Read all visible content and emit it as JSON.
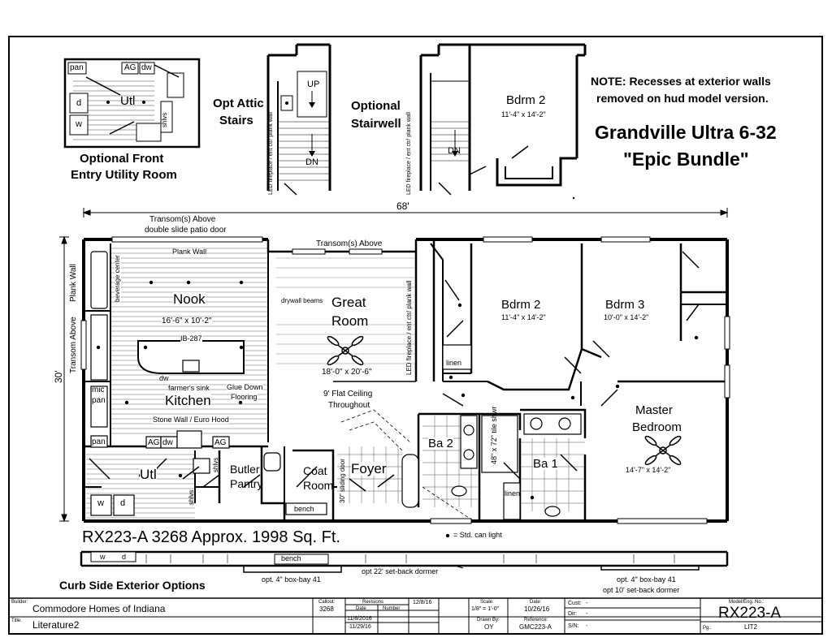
{
  "top": {
    "utility_inset_caption_line1": "Optional  Front",
    "utility_inset_caption_line2": "Entry Utility Room",
    "attic_stairs_line1": "Opt Attic",
    "attic_stairs_line2": "Stairs",
    "stairwell_line1": "Optional",
    "stairwell_line2": "Stairwell",
    "note_line1": "NOTE: Recesses at exterior walls",
    "note_line2": "removed on hud model version.",
    "model_name": "Grandville Ultra 6-32",
    "bundle_name": "\"Epic Bundle\"",
    "up": "UP",
    "dn": "DN",
    "led_wall": "LED fireplace / ent ctr/ plank wall",
    "inset_bdrm2": "Bdrm 2",
    "inset_bdrm2_size": "11'-4\" x 14'-2\"",
    "inset_pan": "pan",
    "inset_ag": "AG",
    "inset_dw": "dw",
    "inset_utl": "Utl",
    "inset_d": "d",
    "inset_w": "w",
    "inset_shlvs": "shlvs"
  },
  "plan": {
    "overall_width": "68'",
    "overall_depth": "30'",
    "transom_patio_line1": "Transom(s) Above",
    "transom_patio_line2": "double slide patio door",
    "transom_above": "Transom(s) Above",
    "transom_above_side": "Transom Above",
    "plank_wall": "Plank Wall",
    "plank_wall_side": "Plank Wall",
    "beverage_center": "beverage center",
    "nook": "Nook",
    "nook_size": "16'-6\" x 10'-2\"",
    "ib": "IB-287",
    "dw": "dw",
    "kitchen": "Kitchen",
    "farmers_sink": "farmer's sink",
    "glue_down_line1": "Glue Down",
    "glue_down_line2": "Flooring",
    "stone_wall": "Stone Wall / Euro Hood",
    "mic": "mic",
    "pan": "pan",
    "ag": "AG",
    "utl": "Utl",
    "w": "w",
    "d": "d",
    "shlvs": "shlvs",
    "butler_line1": "Butler",
    "butler_line2": "Pantry",
    "drywall_beams": "drywall beams",
    "great_line1": "Great",
    "great_line2": "Room",
    "great_size": "18'-0\" x 20'-6\"",
    "flat_ceiling_line1": "9' Flat Ceiling",
    "flat_ceiling_line2": "Throughout",
    "led_wall": "LED fireplace / ent ctr/ plank wall",
    "coat_line1": "Coat",
    "coat_line2": "Room",
    "bench": "bench",
    "sliding_door": "30\" sliding door",
    "foyer": "Foyer",
    "ba2": "Ba 2",
    "tile_shwr": "48\" x 72\" tile shwr",
    "ba1": "Ba 1",
    "linen": "linen",
    "bdrm2": "Bdrm 2",
    "bdrm2_size": "11'-4\" x 14'-2\"",
    "bdrm3": "Bdrm 3",
    "bdrm3_size": "10'-0\" x 14'-2\"",
    "master_line1": "Master",
    "master_line2": "Bedroom",
    "master_size": "14'-7\" x 14'-2\"",
    "model_line": "RX223-A 3268  Approx. 1998 Sq. Ft.",
    "legend": "= Std. can light"
  },
  "exterior": {
    "title": "Curb Side Exterior Options",
    "boxbay_left": "opt. 4\" box-bay 41",
    "dormer": "opt 22' set-back dormer",
    "boxbay_right": "opt. 4\" box-bay 41",
    "dormer_right": "opt 10' set-back dormer",
    "bench": "bench",
    "w": "w",
    "d": "d"
  },
  "title_block": {
    "builder_label": "Builder:",
    "builder": "Commodore Homes of Indiana",
    "title_label": "Title:",
    "title": "Literature2",
    "callout_label": "Callout:",
    "callout": "3268",
    "revisions_label": "Revisions",
    "date_label": "Date",
    "number_label": "Number",
    "rev_date": "12/8/16",
    "rev1": "11/8/2016",
    "rev2": "11/29/16",
    "scale_label": "Scale:",
    "scale": "1/8\" = 1'-0\"",
    "drawn_label": "Drawn By:",
    "drawn": "OY",
    "date_col_label": "Date:",
    "date": "10/26/16",
    "reference_label": "Reference:",
    "reference": "GMC223-A",
    "cust_label": "Cust:",
    "dir_label": "Dir:",
    "sn_label": "S/N:",
    "dash": "-",
    "model_label": "Model/Eng. No.:",
    "model": "RX223-A",
    "pg_label": "Pg.:",
    "pg": "LIT2"
  }
}
